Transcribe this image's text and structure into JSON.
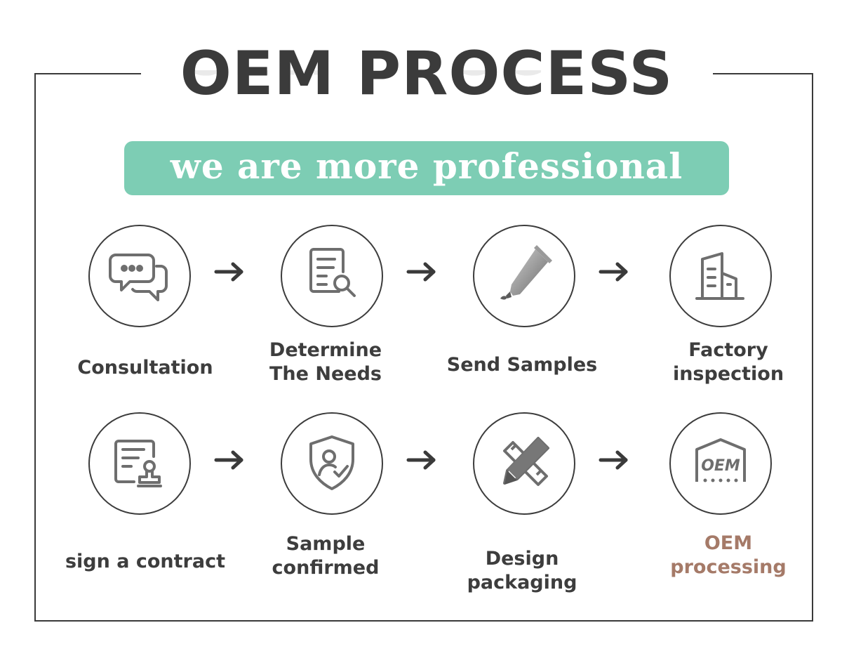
{
  "title": "OEM PROCESS",
  "subtitle": "we are more professional",
  "colors": {
    "banner": "#7dcdb4",
    "text": "#3d3d3d",
    "highlight": "#a57a68",
    "icon": "#6e6e6e"
  },
  "steps": [
    {
      "label_lines": [
        "Consultation"
      ],
      "icon": "chat-bubbles-icon"
    },
    {
      "label_lines": [
        "Determine",
        "The Needs"
      ],
      "icon": "document-search-icon"
    },
    {
      "label_lines": [
        "Send Samples"
      ],
      "icon": "tube-icon"
    },
    {
      "label_lines": [
        "Factory",
        "inspection"
      ],
      "icon": "building-icon"
    },
    {
      "label_lines": [
        "sign a contract"
      ],
      "icon": "contract-stamp-icon"
    },
    {
      "label_lines": [
        "Sample",
        "confirmed"
      ],
      "icon": "shield-user-icon"
    },
    {
      "label_lines": [
        "Design packaging"
      ],
      "icon": "pencil-ruler-icon"
    },
    {
      "label_lines": [
        "OEM",
        "processing"
      ],
      "icon": "oem-factory-icon"
    }
  ],
  "oem_icon_text": "OEM"
}
